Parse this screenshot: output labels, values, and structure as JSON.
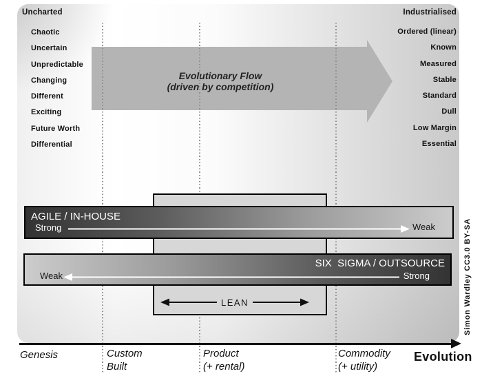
{
  "columns": {
    "left": {
      "header": "Uncharted",
      "items": [
        "Chaotic",
        "Uncertain",
        "Unpredictable",
        "Changing",
        "Different",
        "Exciting",
        "Future Worth",
        "Differential"
      ]
    },
    "right": {
      "header": "Industrialised",
      "items": [
        "Ordered (linear)",
        "Known",
        "Measured",
        "Stable",
        "Standard",
        "Dull",
        "Low Margin",
        "Essential"
      ]
    }
  },
  "flow_arrow": {
    "line1": "Evolutionary Flow",
    "line2": "(driven by competition)"
  },
  "agile_bar": {
    "title": "AGILE / IN-HOUSE",
    "strong_label": "Strong",
    "weak_label": "Weak"
  },
  "six_sigma_bar": {
    "title": "SIX  SIGMA / OUTSOURCE",
    "strong_label": "Strong",
    "weak_label": "Weak"
  },
  "lean": {
    "label": "LEAN"
  },
  "axis": {
    "stages": [
      {
        "line1": "Genesis",
        "line2": ""
      },
      {
        "line1": "Custom",
        "line2": "Built"
      },
      {
        "line1": "Product",
        "line2": "(+ rental)"
      },
      {
        "line1": "Commodity",
        "line2": "(+ utility)"
      }
    ],
    "title": "Evolution"
  },
  "attribution": "Simon Wardley CC3.0 BY-SA",
  "colors": {
    "ink": "#111111",
    "flow_arrow_fill": "#b4b4b4",
    "bar_dark": "#333333",
    "bar_light": "#cccccc",
    "lean_fill": "#d7d7d7"
  }
}
